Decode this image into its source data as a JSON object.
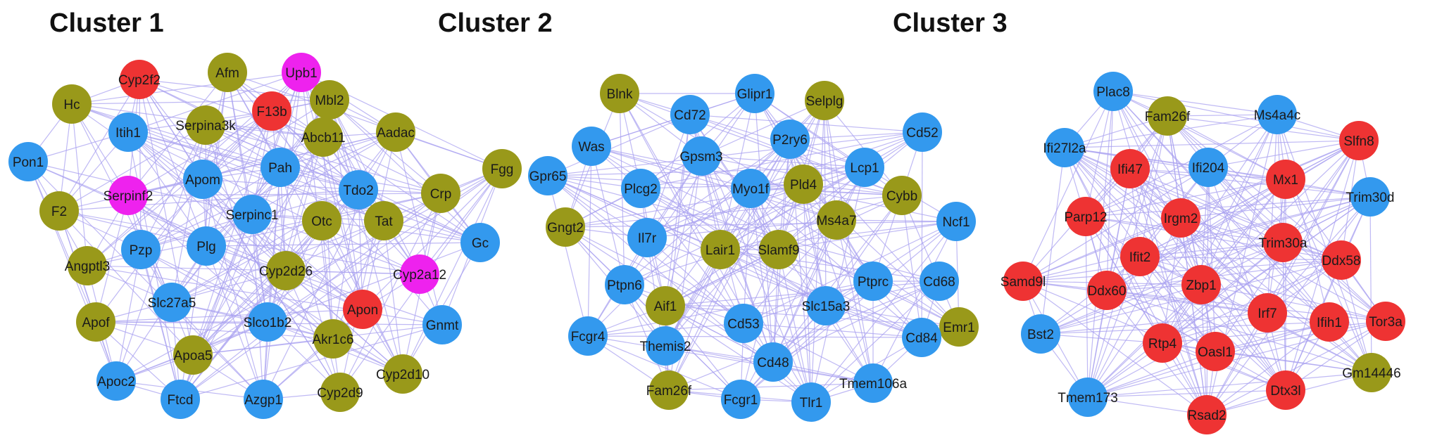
{
  "colors": {
    "blue": "#3399ee",
    "olive": "#99991a",
    "red": "#ee3333",
    "magenta": "#ee22ee",
    "edge": "#a9a2f0"
  },
  "clusters": [
    {
      "title": "Cluster 1",
      "nodes": [
        {
          "id": "Hc",
          "color": "olive"
        },
        {
          "id": "Cyp2f2",
          "color": "red"
        },
        {
          "id": "Afm",
          "color": "olive"
        },
        {
          "id": "Upb1",
          "color": "magenta"
        },
        {
          "id": "F13b",
          "color": "red"
        },
        {
          "id": "Mbl2",
          "color": "olive"
        },
        {
          "id": "Aadac",
          "color": "olive"
        },
        {
          "id": "Itih1",
          "color": "blue"
        },
        {
          "id": "Serpina3k",
          "color": "olive"
        },
        {
          "id": "Abcb11",
          "color": "olive"
        },
        {
          "id": "Pon1",
          "color": "blue"
        },
        {
          "id": "Pah",
          "color": "blue"
        },
        {
          "id": "Apom",
          "color": "blue"
        },
        {
          "id": "Fgg",
          "color": "olive"
        },
        {
          "id": "Serpinf2",
          "color": "magenta"
        },
        {
          "id": "Tdo2",
          "color": "blue"
        },
        {
          "id": "Crp",
          "color": "olive"
        },
        {
          "id": "F2",
          "color": "olive"
        },
        {
          "id": "Serpinc1",
          "color": "blue"
        },
        {
          "id": "Otc",
          "color": "olive"
        },
        {
          "id": "Tat",
          "color": "olive"
        },
        {
          "id": "Gc",
          "color": "blue"
        },
        {
          "id": "Pzp",
          "color": "blue"
        },
        {
          "id": "Plg",
          "color": "blue"
        },
        {
          "id": "Angptl3",
          "color": "olive"
        },
        {
          "id": "Cyp2d26",
          "color": "olive"
        },
        {
          "id": "Cyp2a12",
          "color": "magenta"
        },
        {
          "id": "Slc27a5",
          "color": "blue"
        },
        {
          "id": "Apon",
          "color": "red"
        },
        {
          "id": "Apof",
          "color": "olive"
        },
        {
          "id": "Slco1b2",
          "color": "blue"
        },
        {
          "id": "Gnmt",
          "color": "blue"
        },
        {
          "id": "Akr1c6",
          "color": "olive"
        },
        {
          "id": "Apoa5",
          "color": "olive"
        },
        {
          "id": "Apoc2",
          "color": "blue"
        },
        {
          "id": "Cyp2d10",
          "color": "olive"
        },
        {
          "id": "Ftcd",
          "color": "blue"
        },
        {
          "id": "Azgp1",
          "color": "blue"
        },
        {
          "id": "Cyp2d9",
          "color": "olive"
        }
      ]
    },
    {
      "title": "Cluster 2",
      "nodes": [
        {
          "id": "Blnk",
          "color": "olive"
        },
        {
          "id": "Glipr1",
          "color": "blue"
        },
        {
          "id": "Selplg",
          "color": "olive"
        },
        {
          "id": "Cd72",
          "color": "blue"
        },
        {
          "id": "Was",
          "color": "blue"
        },
        {
          "id": "P2ry6",
          "color": "blue"
        },
        {
          "id": "Cd52",
          "color": "blue"
        },
        {
          "id": "Gpsm3",
          "color": "blue"
        },
        {
          "id": "Gpr65",
          "color": "blue"
        },
        {
          "id": "Lcp1",
          "color": "blue"
        },
        {
          "id": "Plcg2",
          "color": "blue"
        },
        {
          "id": "Myo1f",
          "color": "blue"
        },
        {
          "id": "Pld4",
          "color": "olive"
        },
        {
          "id": "Cybb",
          "color": "olive"
        },
        {
          "id": "Il7r",
          "color": "blue"
        },
        {
          "id": "Ms4a7",
          "color": "olive"
        },
        {
          "id": "Ncf1",
          "color": "blue"
        },
        {
          "id": "Gngt2",
          "color": "olive"
        },
        {
          "id": "Ptpn6",
          "color": "blue"
        },
        {
          "id": "Lair1",
          "color": "olive"
        },
        {
          "id": "Slamf9",
          "color": "olive"
        },
        {
          "id": "Ptprc",
          "color": "blue"
        },
        {
          "id": "Cd68",
          "color": "blue"
        },
        {
          "id": "Aif1",
          "color": "olive"
        },
        {
          "id": "Fcgr4",
          "color": "blue"
        },
        {
          "id": "Slc15a3",
          "color": "blue"
        },
        {
          "id": "Emr1",
          "color": "olive"
        },
        {
          "id": "Cd53",
          "color": "blue"
        },
        {
          "id": "Cd84",
          "color": "blue"
        },
        {
          "id": "Themis2",
          "color": "blue"
        },
        {
          "id": "Cd48",
          "color": "blue"
        },
        {
          "id": "Tmem106a",
          "color": "blue"
        },
        {
          "id": "Fam26f",
          "color": "olive"
        },
        {
          "id": "Fcgr1",
          "color": "blue"
        },
        {
          "id": "Tlr1",
          "color": "blue"
        }
      ]
    },
    {
      "title": "Cluster 3",
      "nodes": [
        {
          "id": "Plac8",
          "color": "blue"
        },
        {
          "id": "Fam26f",
          "color": "olive"
        },
        {
          "id": "Ms4a4c",
          "color": "blue"
        },
        {
          "id": "Slfn8",
          "color": "red"
        },
        {
          "id": "Ifi27l2a",
          "color": "blue"
        },
        {
          "id": "Ifi47",
          "color": "red"
        },
        {
          "id": "Ifi204",
          "color": "blue"
        },
        {
          "id": "Mx1",
          "color": "red"
        },
        {
          "id": "Trim30d",
          "color": "blue"
        },
        {
          "id": "Parp12",
          "color": "red"
        },
        {
          "id": "Irgm2",
          "color": "red"
        },
        {
          "id": "Trim30a",
          "color": "red"
        },
        {
          "id": "Ifit2",
          "color": "red"
        },
        {
          "id": "Ddx58",
          "color": "red"
        },
        {
          "id": "Samd9l",
          "color": "red"
        },
        {
          "id": "Ddx60",
          "color": "red"
        },
        {
          "id": "Zbp1",
          "color": "red"
        },
        {
          "id": "Irf7",
          "color": "red"
        },
        {
          "id": "Ifih1",
          "color": "red"
        },
        {
          "id": "Tor3a",
          "color": "red"
        },
        {
          "id": "Bst2",
          "color": "blue"
        },
        {
          "id": "Rtp4",
          "color": "red"
        },
        {
          "id": "Oasl1",
          "color": "red"
        },
        {
          "id": "Gm14446",
          "color": "olive"
        },
        {
          "id": "Dtx3l",
          "color": "red"
        },
        {
          "id": "Tmem173",
          "color": "blue"
        },
        {
          "id": "Rsad2",
          "color": "red"
        }
      ]
    }
  ]
}
